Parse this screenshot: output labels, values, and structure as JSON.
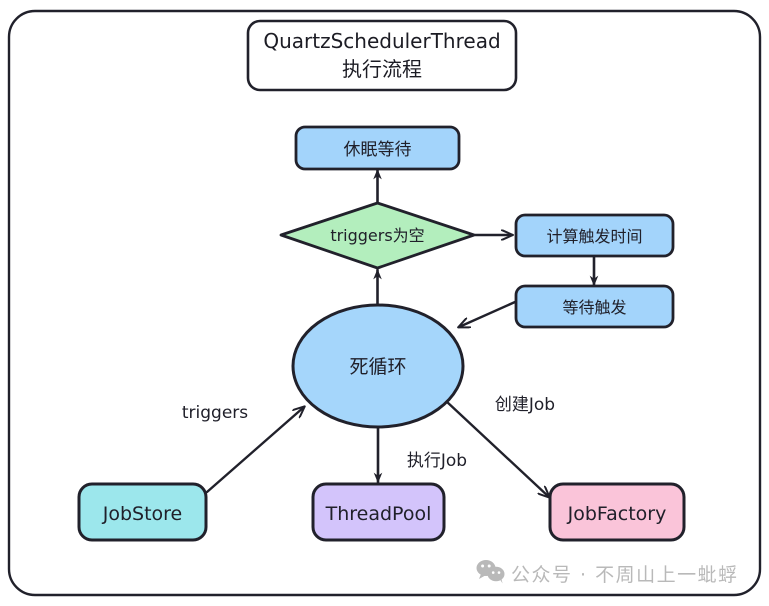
{
  "diagram": {
    "title_line1": "QuartzSchedulerThread",
    "title_line2": "执行流程",
    "nodes": {
      "sleep_wait": {
        "label": "休眠等待",
        "shape": "rounded-rect",
        "color": "#a3d4fb"
      },
      "triggers_empty": {
        "label": "triggers为空",
        "shape": "diamond",
        "color": "#b3eebd"
      },
      "compute_fire_time": {
        "label": "计算触发时间",
        "shape": "rounded-rect",
        "color": "#a3d4fb"
      },
      "wait_fire": {
        "label": "等待触发",
        "shape": "rounded-rect",
        "color": "#a3d4fb"
      },
      "infinite_loop": {
        "label": "死循环",
        "shape": "ellipse",
        "color": "#a5d6fb"
      },
      "job_store": {
        "label": "JobStore",
        "shape": "rounded-rect",
        "color": "#9ce7ec"
      },
      "thread_pool": {
        "label": "ThreadPool",
        "shape": "rounded-rect",
        "color": "#d3c4fb"
      },
      "job_factory": {
        "label": "JobFactory",
        "shape": "rounded-rect",
        "color": "#fac4d9"
      }
    },
    "edges": [
      {
        "from": "triggers_empty",
        "to": "sleep_wait",
        "label": ""
      },
      {
        "from": "infinite_loop",
        "to": "triggers_empty",
        "label": ""
      },
      {
        "from": "triggers_empty",
        "to": "compute_fire_time",
        "label": ""
      },
      {
        "from": "compute_fire_time",
        "to": "wait_fire",
        "label": ""
      },
      {
        "from": "wait_fire",
        "to": "infinite_loop",
        "label": ""
      },
      {
        "from": "job_store",
        "to": "infinite_loop",
        "label": "triggers"
      },
      {
        "from": "infinite_loop",
        "to": "thread_pool",
        "label": "执行Job"
      },
      {
        "from": "infinite_loop",
        "to": "job_factory",
        "label": "创建Job"
      }
    ],
    "edge_labels": {
      "triggers": "triggers",
      "exec_job": "执行Job",
      "create_job": "创建Job"
    },
    "watermark": {
      "icon": "wechat-icon",
      "text": "公众号 · 不周山上一蚍蜉"
    },
    "colors": {
      "stroke": "#21212b",
      "background": "#ffffff",
      "blue": "#a3d4fb",
      "green": "#b3eebd",
      "cyan": "#9ce7ec",
      "purple": "#d3c4fb",
      "pink": "#fac4d9",
      "watermark": "#b9b9b9"
    }
  }
}
